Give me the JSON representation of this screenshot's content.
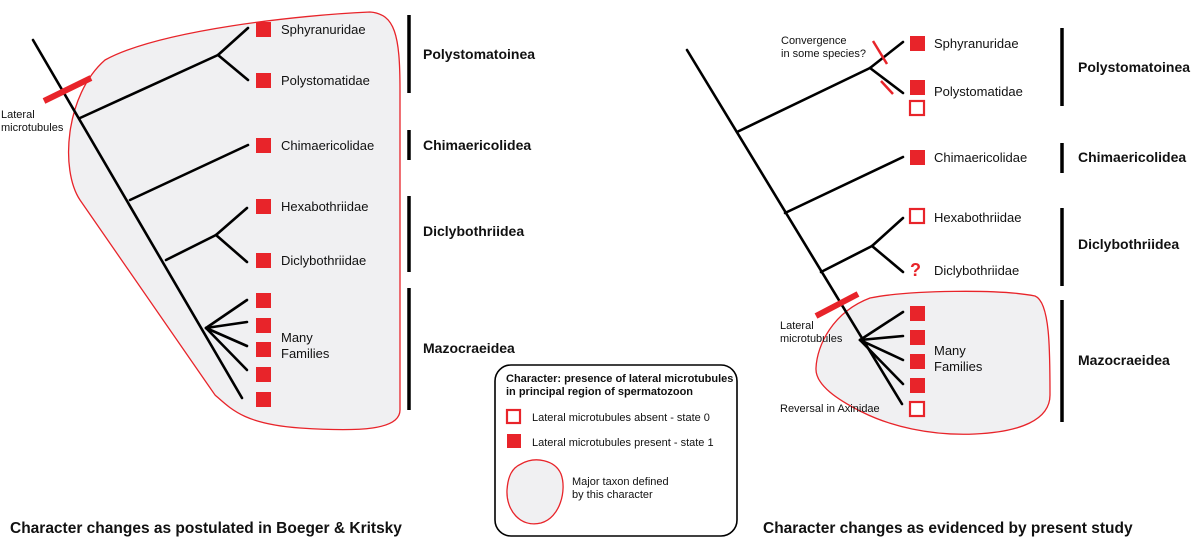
{
  "colors": {
    "state_present": "#e8242a",
    "region_fill": "#f0f0f2",
    "region_stroke": "#e8242a",
    "line": "#000000"
  },
  "left_panel": {
    "caption": "Character changes as postulated in Boeger & Kritsky",
    "annotation_lines": [
      "Lateral",
      "microtubules"
    ],
    "taxa": {
      "sphyranuridae": "Sphyranuridae",
      "polystomatidae": "Polystomatidae",
      "chimaericolidae": "Chimaericolidae",
      "hexabothriidae": "Hexabothriidae",
      "diclybothriidae": "Diclybothriidae",
      "many_families_lines": [
        "Many",
        "Families"
      ]
    },
    "groups": {
      "polystomatoinea": "Polystomatoinea",
      "chimaericolidea": "Chimaericolidea",
      "diclybothriidea": "Diclybothriidea",
      "mazocraeidea": "Mazocraeidea"
    }
  },
  "right_panel": {
    "caption": "Character changes as evidenced by present study",
    "convergence_lines": [
      "Convergence",
      "in some species?"
    ],
    "annotation_lines": [
      "Lateral",
      "microtubules"
    ],
    "reversal": "Reversal in Axinidae",
    "unknown_mark": "?",
    "taxa": {
      "sphyranuridae": "Sphyranuridae",
      "polystomatidae": "Polystomatidae",
      "chimaericolidae": "Chimaericolidae",
      "hexabothriidae": "Hexabothriidae",
      "diclybothriidae": "Diclybothriidae",
      "many_families_lines": [
        "Many",
        "Families"
      ]
    },
    "groups": {
      "polystomatoinea": "Polystomatoinea",
      "chimaericolidea": "Chimaericolidea",
      "diclybothriidea": "Diclybothriidea",
      "mazocraeidea": "Mazocraeidea"
    }
  },
  "legend": {
    "title_lines": [
      "Character: presence of lateral microtubules",
      "in principal region of spermatozoon"
    ],
    "absent": "Lateral microtubules absent - state 0",
    "present": "Lateral microtubules present - state 1",
    "region_lines": [
      "Major taxon defined",
      "by this character"
    ]
  }
}
